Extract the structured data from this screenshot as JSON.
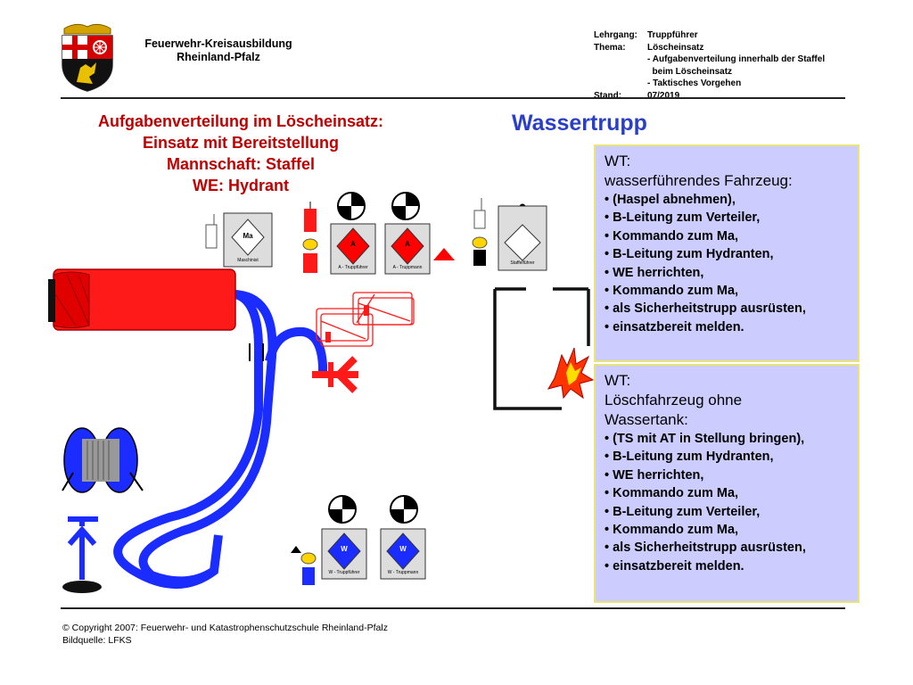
{
  "header": {
    "org_line1": "Feuerwehr-Kreisausbildung",
    "org_line2": "Rheinland-Pfalz",
    "info": [
      {
        "key": "Lehrgang:",
        "value": "Truppführer"
      },
      {
        "key": "Thema:",
        "value": "Löscheinsatz"
      },
      {
        "key": "",
        "value": "- Aufgabenverteilung innerhalb der Staffel"
      },
      {
        "key": "",
        "value": "  beim Löscheinsatz"
      },
      {
        "key": "",
        "value": "- Taktisches Vorgehen"
      },
      {
        "key": "Stand:",
        "value": "07/2019"
      }
    ]
  },
  "subtitle": {
    "line1": "Aufgabenverteilung im Löscheinsatz:",
    "line2": "Einsatz mit Bereitstellung",
    "line3": "Mannschaft: Staffel",
    "line4": "WE: Hydrant"
  },
  "main_title": "Wassertrupp",
  "box1": {
    "role": "WT:",
    "heading": "wasserführendes Fahrzeug:",
    "items": [
      "(Haspel abnehmen),",
      "B-Leitung zum Verteiler,",
      "Kommando zum Ma,",
      "B-Leitung zum Hydranten,",
      "WE herrichten,",
      "Kommando zum Ma,",
      "als Sicherheitstrupp ausrüsten,",
      "einsatzbereit melden."
    ]
  },
  "box2": {
    "role": "WT:",
    "heading": "Löschfahrzeug ohne Wassertank:",
    "items": [
      "(TS mit AT in Stellung bringen),",
      "B-Leitung zum Hydranten,",
      "WE herrichten,",
      "Kommando zum Ma,",
      "B-Leitung zum Verteiler,",
      "Kommando zum Ma,",
      "als Sicherheitstrupp ausrüsten,",
      "einsatzbereit melden."
    ]
  },
  "figures": {
    "machinist": {
      "code": "Ma",
      "caption": "Maschinist"
    },
    "a_leader": {
      "code": "A",
      "caption": "A - Truppführer"
    },
    "a_member": {
      "code": "A",
      "caption": "A - Truppmann"
    },
    "staff_leader": {
      "caption": "Staffelführer"
    },
    "w_leader": {
      "code": "W",
      "caption": "W - Truppführer"
    },
    "w_member": {
      "code": "W",
      "caption": "W - Truppmann"
    }
  },
  "colors": {
    "fire_red": "#ff0000",
    "water_blue": "#1a2cff",
    "box_fill": "#ccccff",
    "box_border": "#e8e47a",
    "title_red": "#c00000",
    "title_blue": "#2a3fc8"
  },
  "footer": {
    "copyright": "© Copyright 2007: Feuerwehr- und Katastrophenschutzschule Rheinland-Pfalz",
    "source": "Bildquelle: LFKS"
  }
}
